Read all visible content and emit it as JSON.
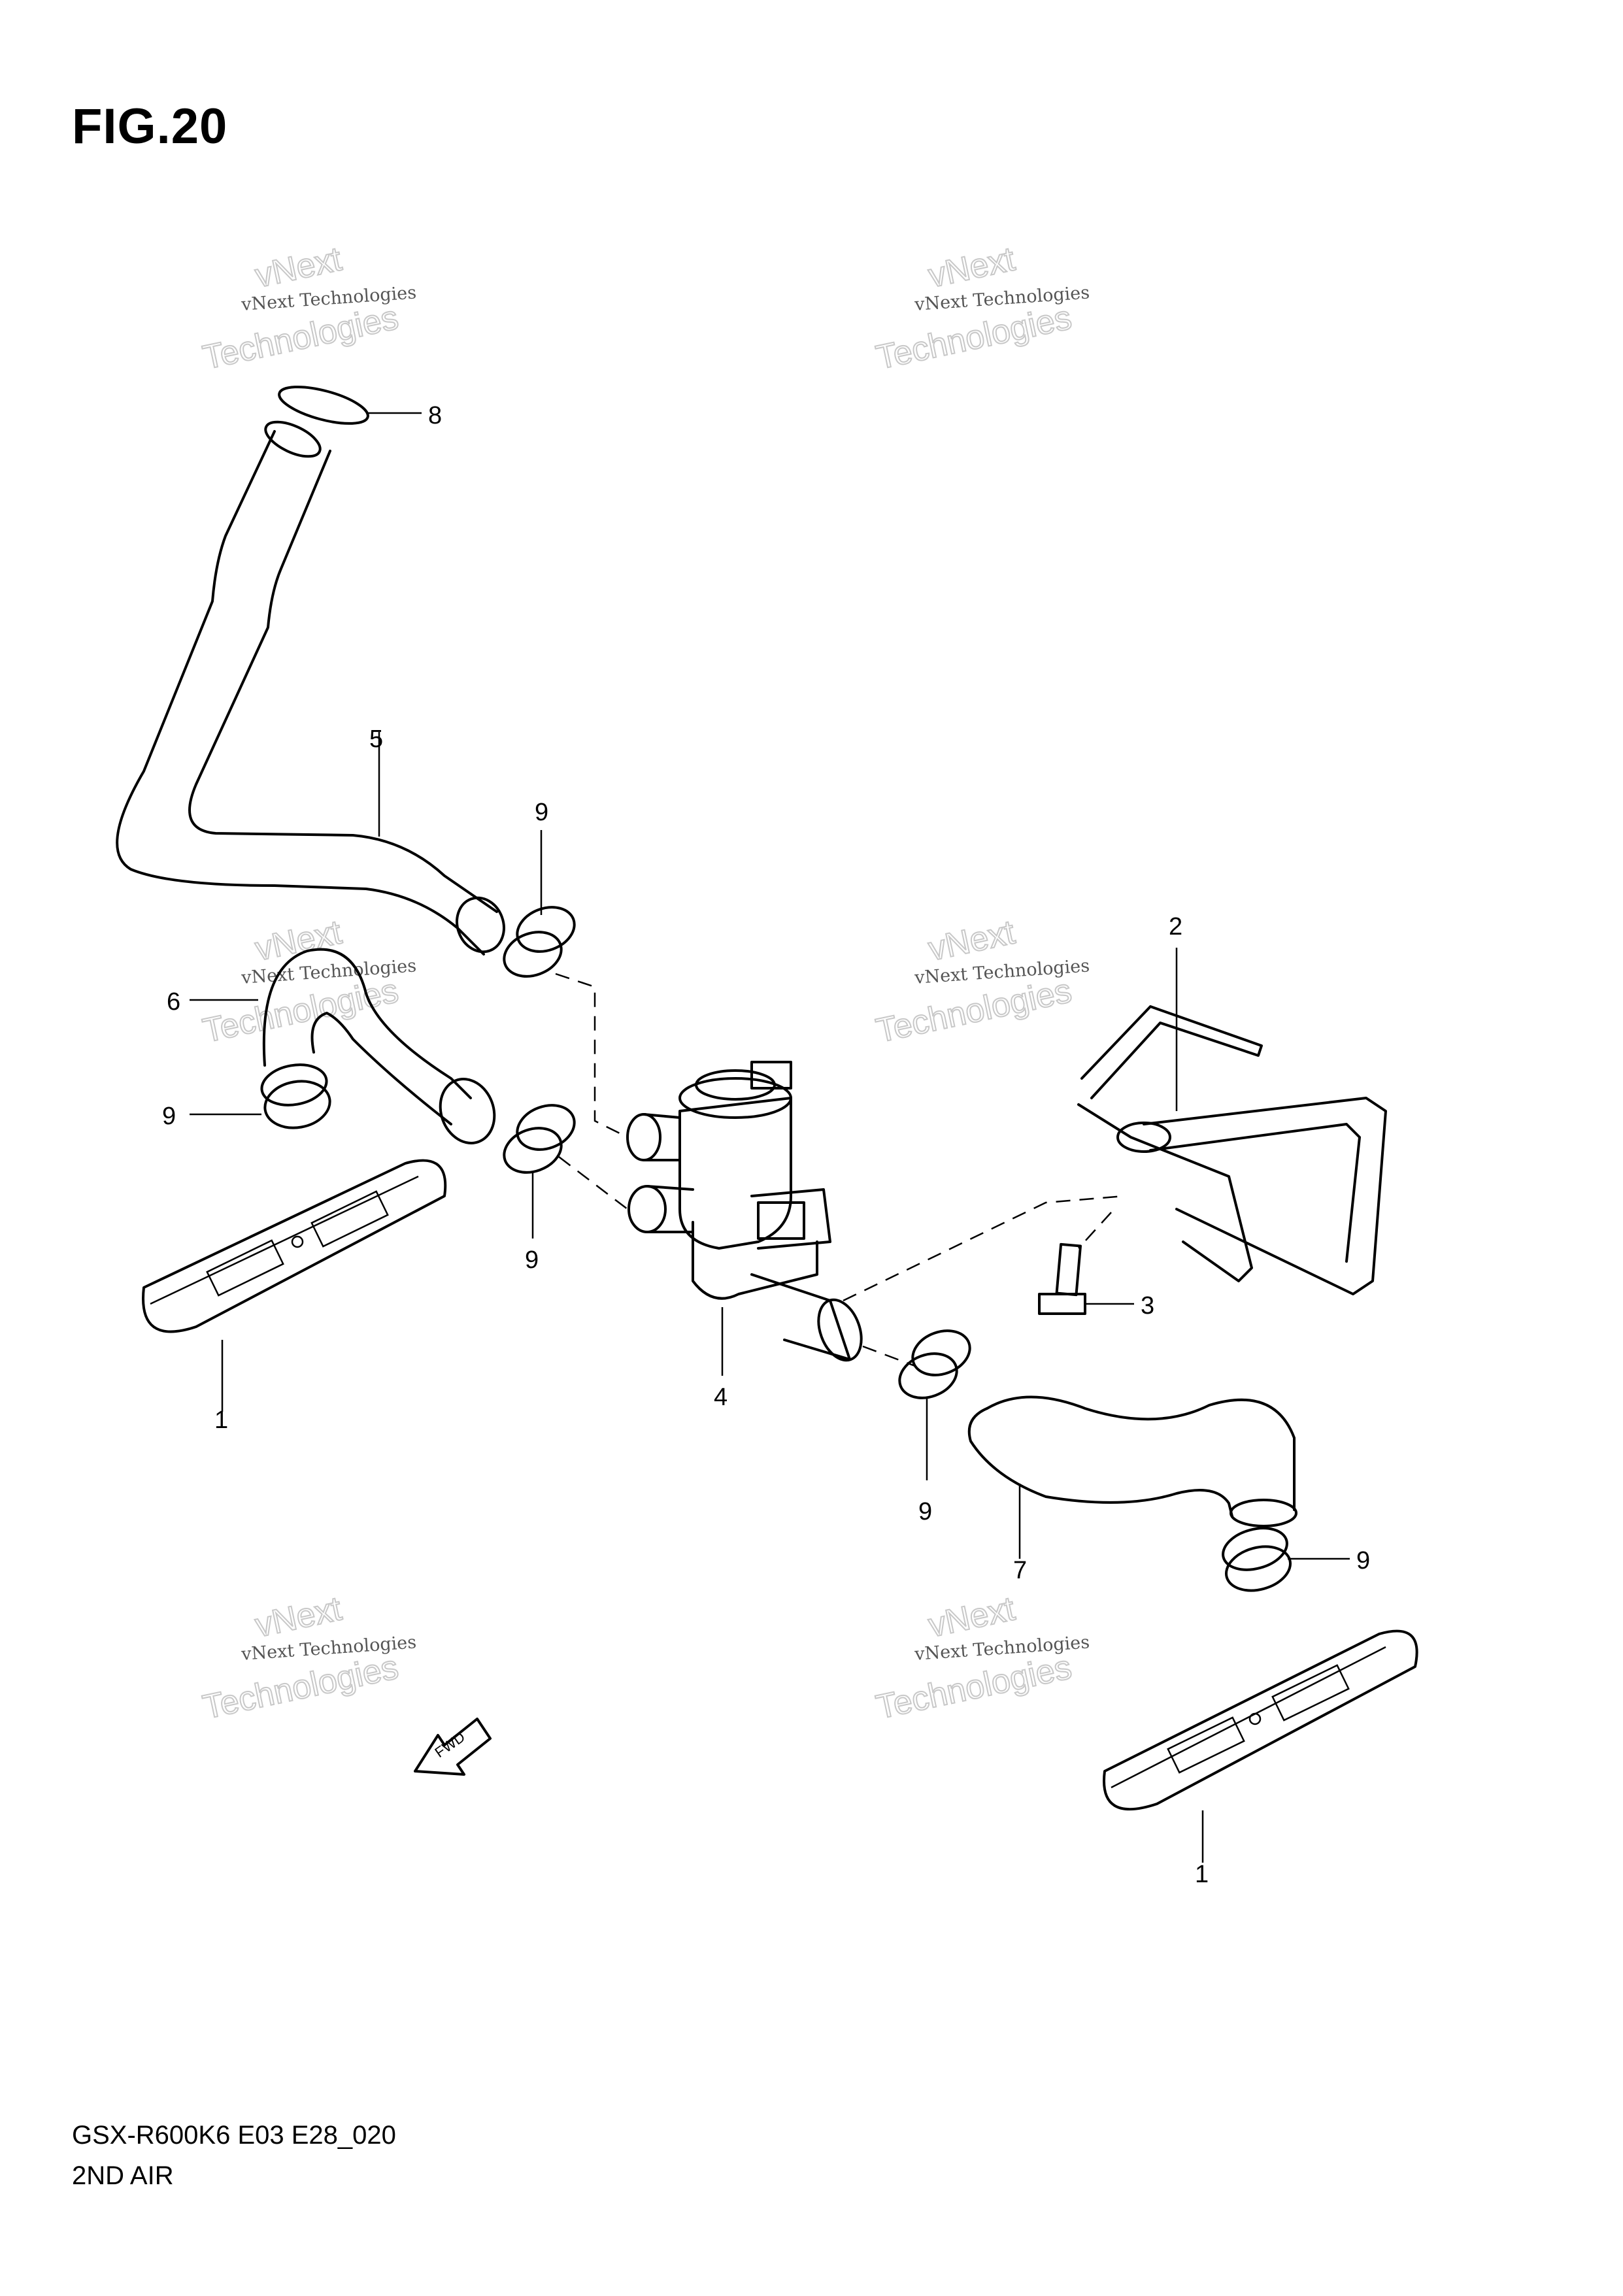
{
  "figure_title": "FIG.20",
  "footer": {
    "model_code": "GSX-R600K6 E03 E28_020",
    "section_name": "2ND AIR"
  },
  "watermark": {
    "line1": "vNext Technologies",
    "line2": "vNext",
    "line3": "Technologies"
  },
  "callouts": {
    "part_1_a": "1",
    "part_1_b": "1",
    "part_2": "2",
    "part_3": "3",
    "part_4": "4",
    "part_5": "5",
    "part_6": "6",
    "part_7": "7",
    "part_8": "8",
    "part_9_a": "9",
    "part_9_b": "9",
    "part_9_c": "9",
    "part_9_d": "9",
    "part_9_e": "9"
  },
  "fwd_label": "FWD"
}
